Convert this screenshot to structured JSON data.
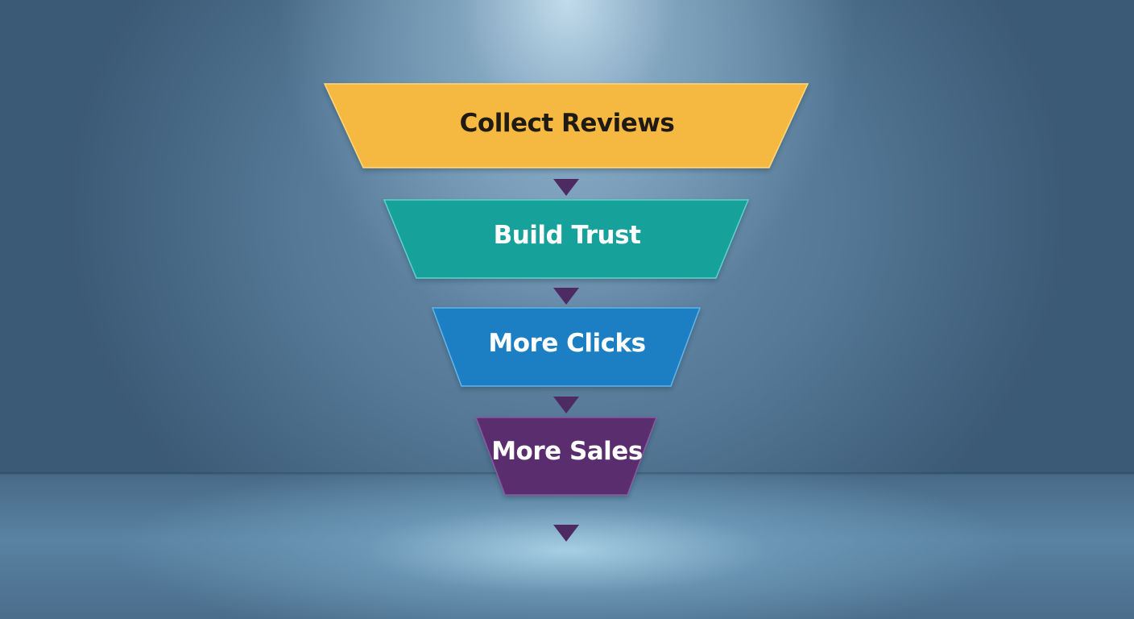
{
  "funnel": {
    "stages": [
      {
        "label": "Collect Reviews",
        "fill": "#f5b942",
        "edge": "#ffd77a",
        "text_color": "#1f1a12"
      },
      {
        "label": "Build Trust",
        "fill": "#13a19a",
        "edge": "#5fd2cb",
        "text_color": "#ffffff"
      },
      {
        "label": "More Clicks",
        "fill": "#1f7fc3",
        "edge": "#63b4e8",
        "text_color": "#ffffff"
      },
      {
        "label": "More Sales",
        "fill": "#5a2d6e",
        "edge": "#8a5aa0",
        "text_color": "#ffffff"
      }
    ],
    "arrow_color": "#4e2a63"
  }
}
